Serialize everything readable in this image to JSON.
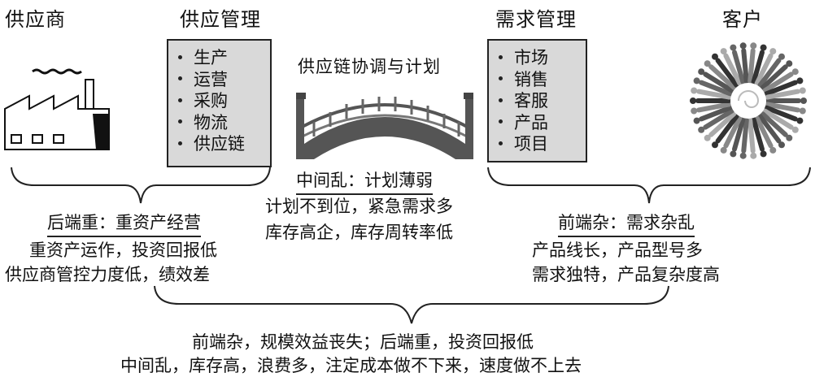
{
  "headings": {
    "supplier": "供应商",
    "supply_mgmt": "供应管理",
    "coordination": "供应链协调与计划",
    "demand_mgmt": "需求管理",
    "customer": "客户"
  },
  "supply_items": [
    "生产",
    "运营",
    "采购",
    "物流",
    "供应链"
  ],
  "demand_items": [
    "市场",
    "销售",
    "客服",
    "产品",
    "项目"
  ],
  "back_end": {
    "title": "后端重：重资产经营",
    "lines": [
      "重资产运作，投资回报低",
      "供应商管控力度低，绩效差"
    ]
  },
  "middle": {
    "title": "中间乱：计划薄弱",
    "lines": [
      "计划不到位，紧急需求多",
      "库存高企，库存周转率低"
    ]
  },
  "front_end": {
    "title": "前端杂：需求杂乱",
    "lines": [
      "产品线长，产品型号多",
      "需求独特，产品复杂度高"
    ]
  },
  "summary": {
    "lines": [
      "前端杂，规模效益丧失；后端重，投资回报低",
      "中间乱，库存高，浪费多，注定成本做不下来，速度做不上去"
    ]
  }
}
